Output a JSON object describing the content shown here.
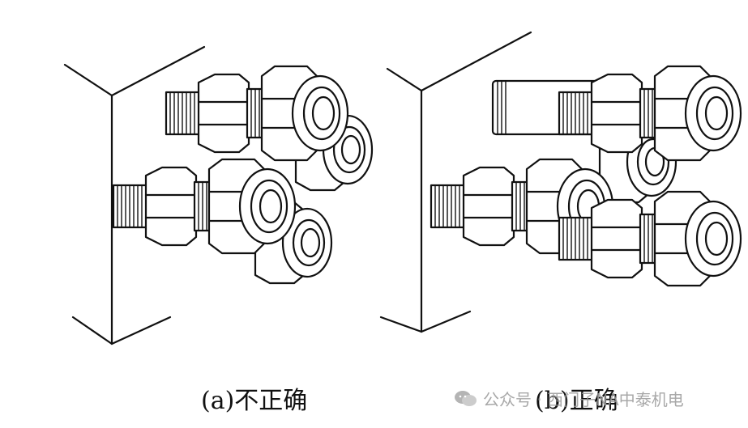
{
  "captions": {
    "a": "(a)不正确",
    "b": "(b)正确"
  },
  "watermark": {
    "text": "公众号 · 西门子NA中泰机电",
    "icon": "wechat-icon"
  },
  "colors": {
    "line": "#111111",
    "paper": "#ffffff",
    "watermark": "#9a9a9a"
  }
}
